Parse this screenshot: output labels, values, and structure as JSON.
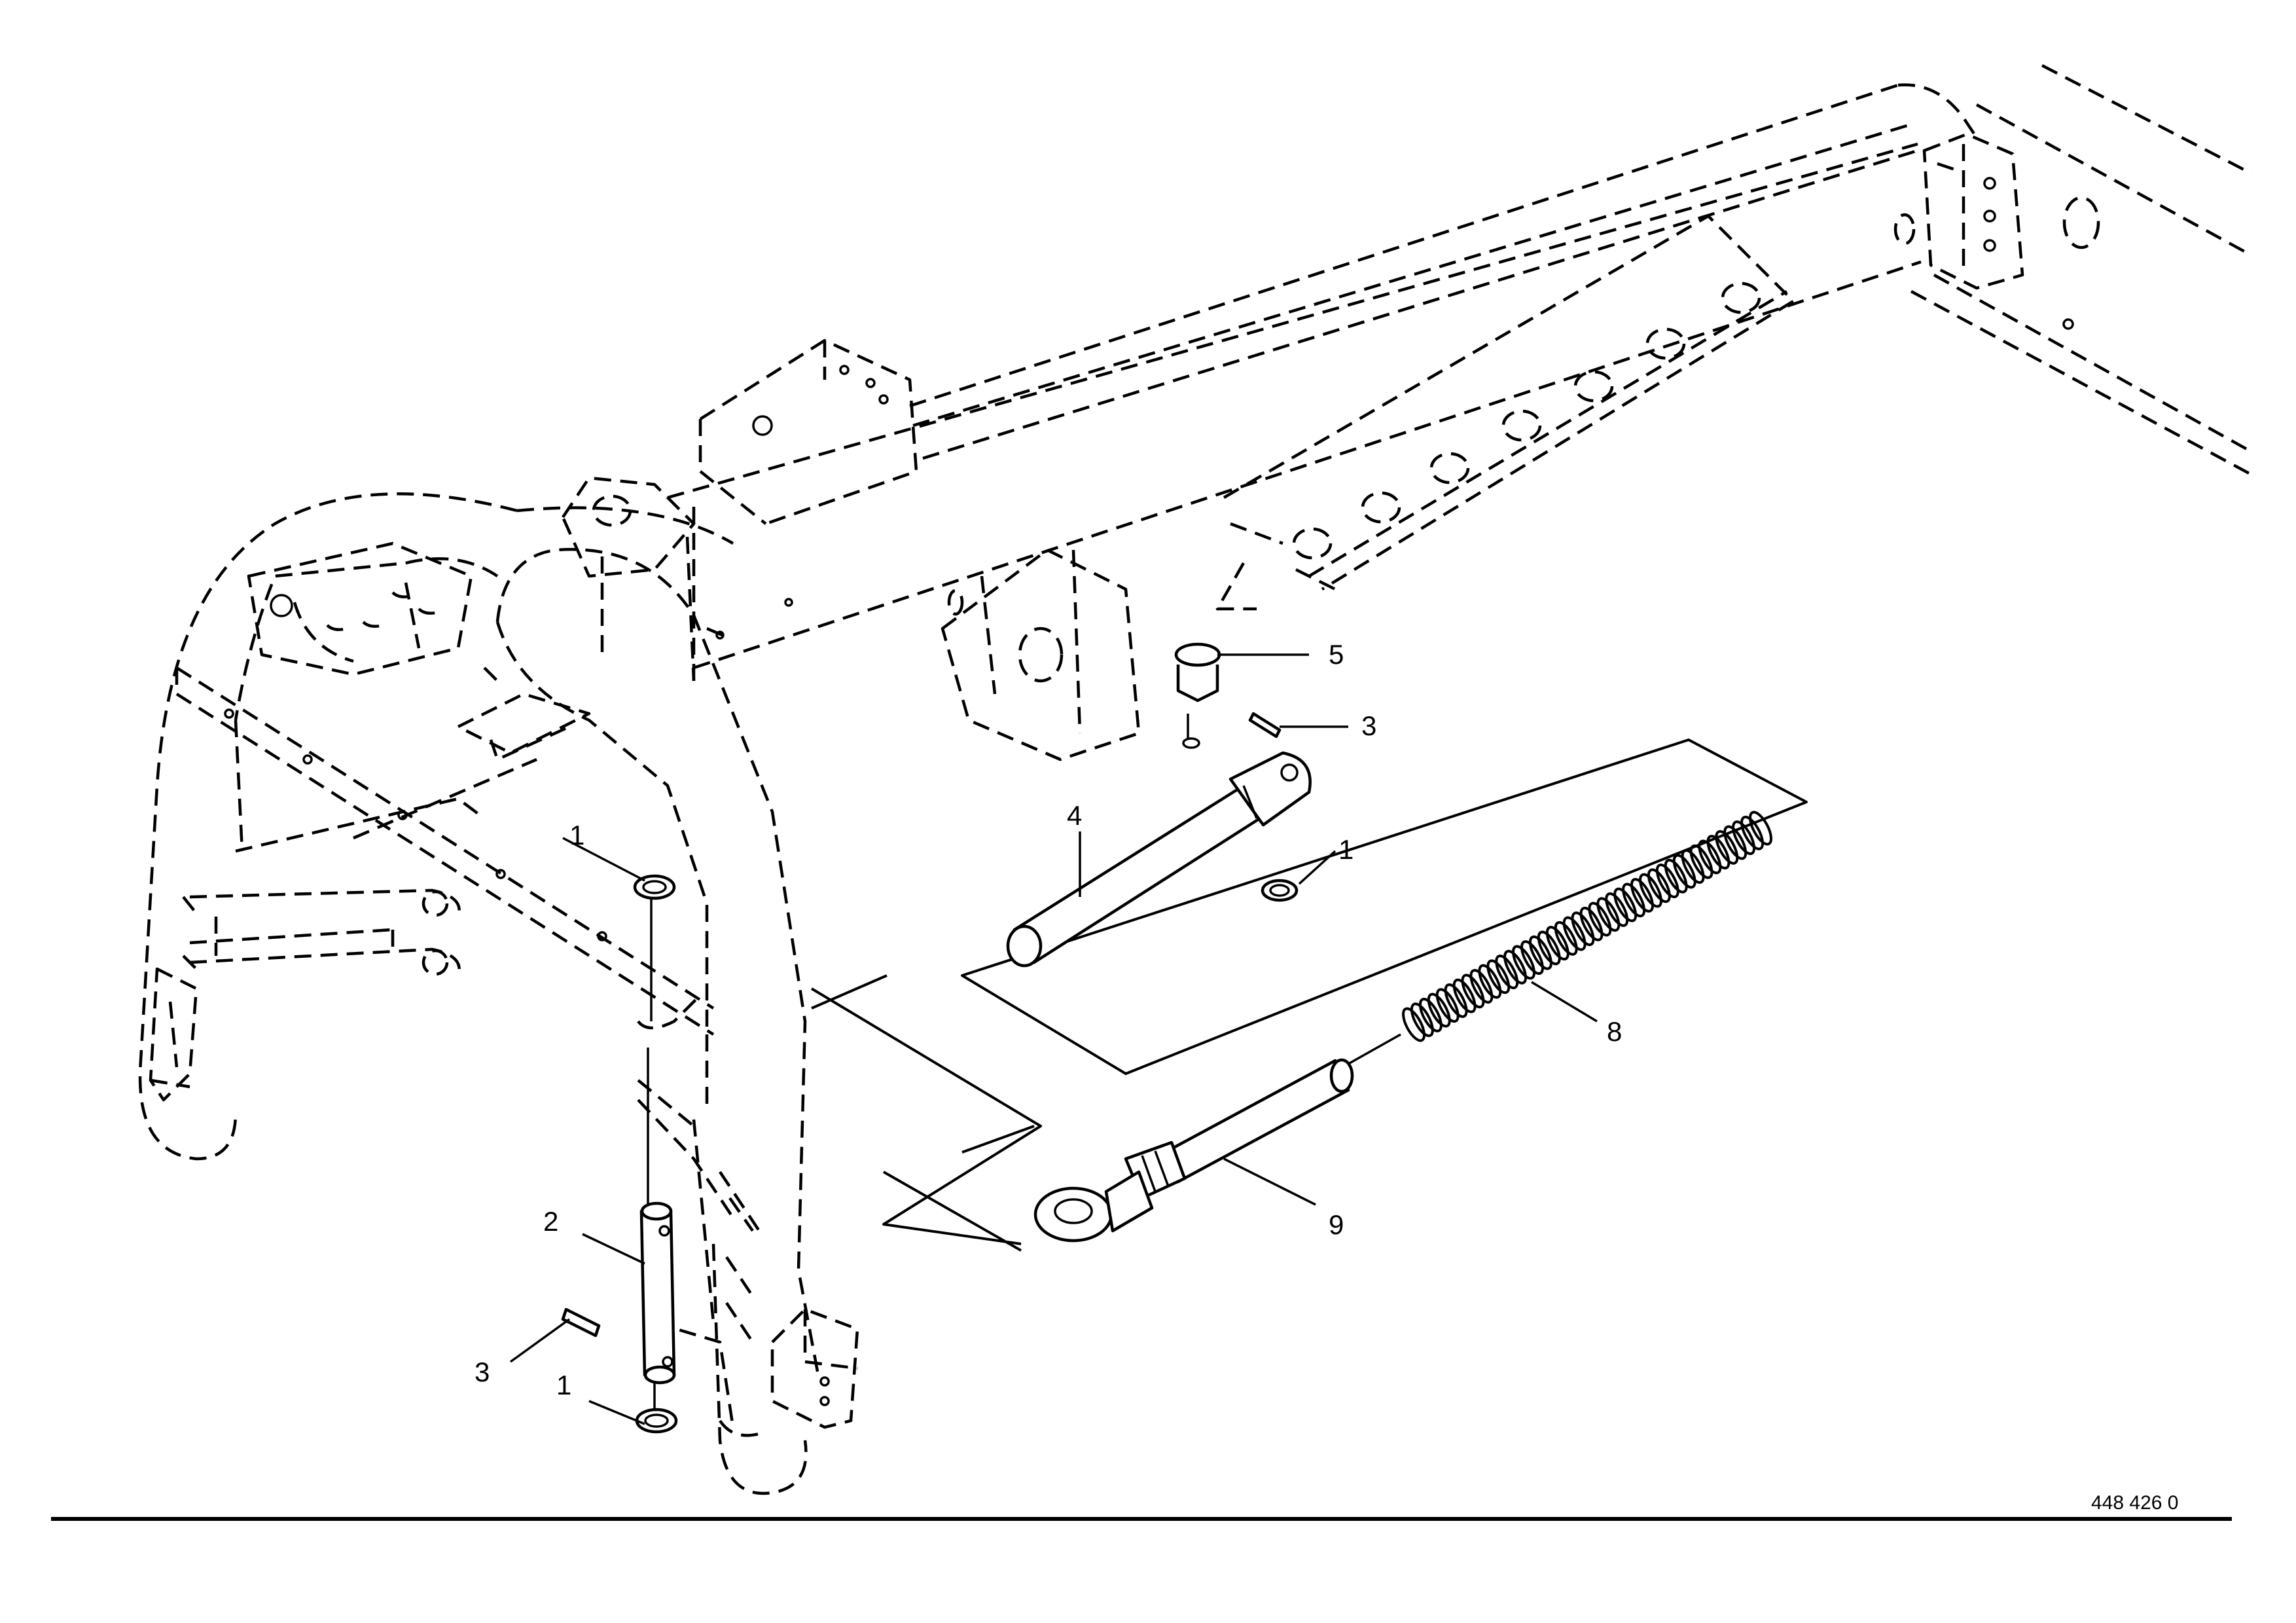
{
  "drawing_number": "448 426 0",
  "callouts": [
    {
      "id": "c1",
      "label": "5"
    },
    {
      "id": "c2",
      "label": "3"
    },
    {
      "id": "c3",
      "label": "4"
    },
    {
      "id": "c4",
      "label": "1"
    },
    {
      "id": "c5",
      "label": "1"
    },
    {
      "id": "c6",
      "label": "8"
    },
    {
      "id": "c7",
      "label": "2"
    },
    {
      "id": "c8",
      "label": "9"
    },
    {
      "id": "c9",
      "label": "3"
    },
    {
      "id": "c10",
      "label": "1"
    }
  ]
}
